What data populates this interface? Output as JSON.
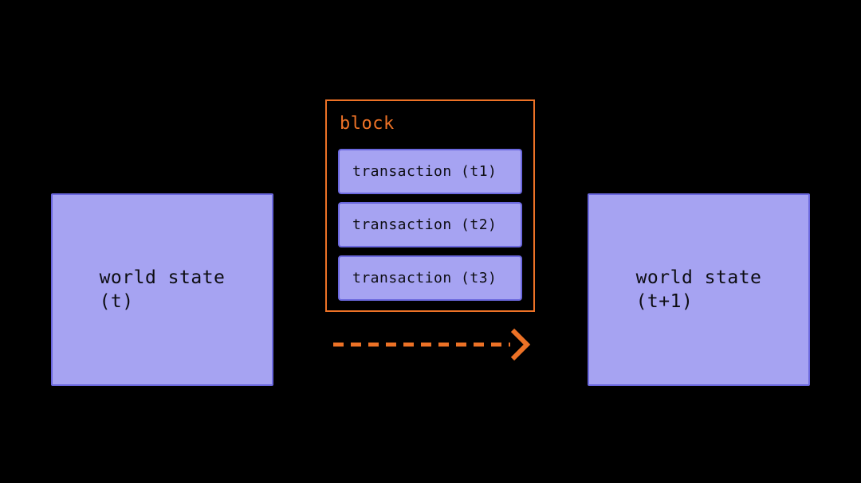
{
  "colors": {
    "background": "#000000",
    "purple_fill": "#a6a3f2",
    "purple_border": "#6b68de",
    "orange": "#ed7226",
    "text_dark": "#0d0d12"
  },
  "left_box": {
    "line1": "world state",
    "line2": "(t)"
  },
  "block": {
    "label": "block",
    "transactions": [
      "transaction (t1)",
      "transaction (t2)",
      "transaction (t3)"
    ]
  },
  "right_box": {
    "line1": "world state",
    "line2": "(t+1)"
  }
}
